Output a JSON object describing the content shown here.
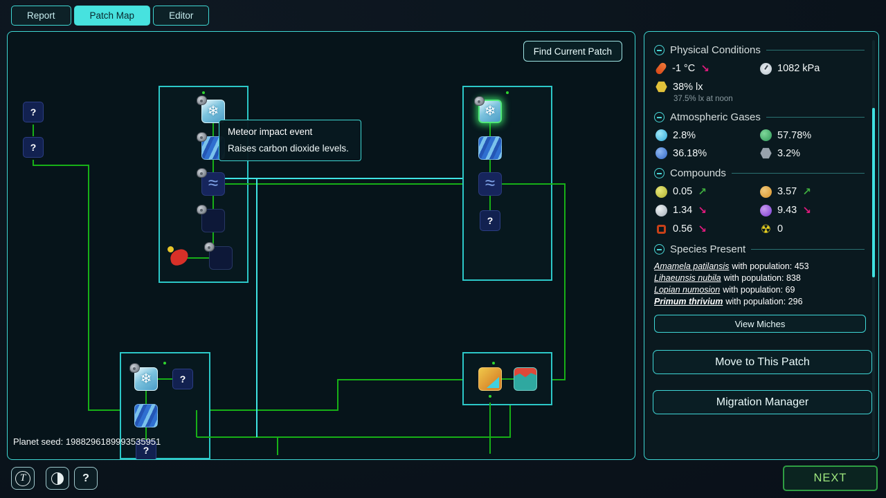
{
  "tabs": {
    "report": "Report",
    "patch_map": "Patch Map",
    "editor": "Editor"
  },
  "map": {
    "find_current_patch": "Find Current Patch",
    "planet_seed": "Planet seed: 1988296189993535951",
    "tooltip": {
      "title": "Meteor impact event",
      "body": "Raises carbon dioxide levels."
    }
  },
  "icons": {
    "snowflake": "❄",
    "waves": "≈",
    "question": "?",
    "radiation": "☢",
    "thriveopedia": "T",
    "help": "?"
  },
  "arrows": {
    "up": "↗",
    "down": "↘"
  },
  "sidebar": {
    "physical_conditions": {
      "title": "Physical Conditions",
      "temperature": {
        "value": "-1 °C",
        "trend": "down"
      },
      "pressure": {
        "value": "1082 kPa"
      },
      "light": {
        "value": "38% lx",
        "noon": "37.5% lx at noon"
      }
    },
    "atmospheric_gases": {
      "title": "Atmospheric Gases",
      "oxygen": "2.8%",
      "nitrogen": "57.78%",
      "carbon_dioxide": "36.18%",
      "other": "3.2%"
    },
    "compounds": {
      "title": "Compounds",
      "glucose": {
        "value": "0.05",
        "trend": "up"
      },
      "ammonia": {
        "value": "3.57",
        "trend": "up"
      },
      "phosphate": {
        "value": "1.34",
        "trend": "down"
      },
      "hydrogen_sulfide": {
        "value": "9.43",
        "trend": "down"
      },
      "iron": {
        "value": "0.56",
        "trend": "down"
      },
      "radiation": {
        "value": "0",
        "trend": ""
      }
    },
    "species_present": {
      "title": "Species Present",
      "list": [
        {
          "name": "Amamela patilansis",
          "details": "with population: 453"
        },
        {
          "name": "Lihaeunsis nubila",
          "details": "with population: 838"
        },
        {
          "name": "Lopian numosion",
          "details": "with population: 69"
        },
        {
          "name": "Primum thrivium",
          "details": "with population: 296"
        }
      ],
      "view_miches": "View Miches"
    },
    "move_to_patch": "Move to This Patch",
    "migration_manager": "Migration Manager"
  },
  "footer": {
    "next": "NEXT"
  }
}
